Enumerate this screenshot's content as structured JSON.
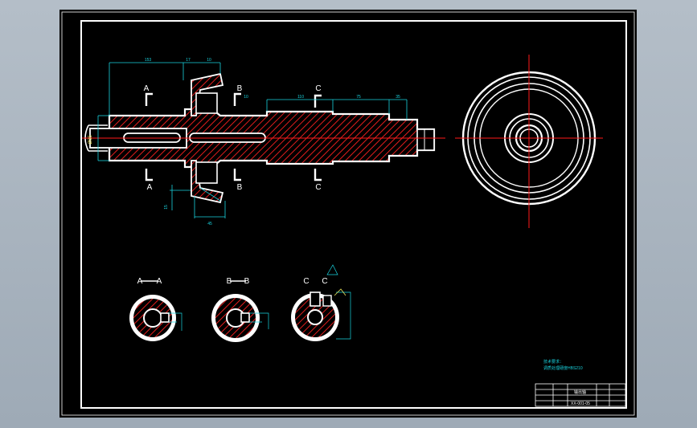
{
  "drawing": {
    "section_marks": {
      "a_top": "A",
      "a_bottom": "A",
      "b_top": "B",
      "b_bottom": "B",
      "c_top": "C",
      "c_bottom": "C"
    },
    "section_views": [
      {
        "label_left": "A",
        "label_right": "A"
      },
      {
        "label_left": "B",
        "label_right": "B"
      },
      {
        "label_left": "C",
        "label_right": "C"
      }
    ],
    "dimensions": {
      "top_1": "153",
      "top_2": "17",
      "top_3": "10",
      "upper_1": "10",
      "upper_2": "110",
      "upper_3": "75",
      "upper_4": "35",
      "left_dia": "Ø35",
      "right_bot": "45",
      "left_bot": "15"
    },
    "notes": {
      "heading": "技术要求：",
      "line1": "调质处理硬度HBS210"
    },
    "title_block": {
      "part_name": "输出轴",
      "drawing_no": "XX-001-05"
    }
  },
  "colors": {
    "outline": "#ffffff",
    "hatch": "#e21d1d",
    "dimension": "#19d3df",
    "center": "#ff1a1a",
    "background": "#000000"
  }
}
